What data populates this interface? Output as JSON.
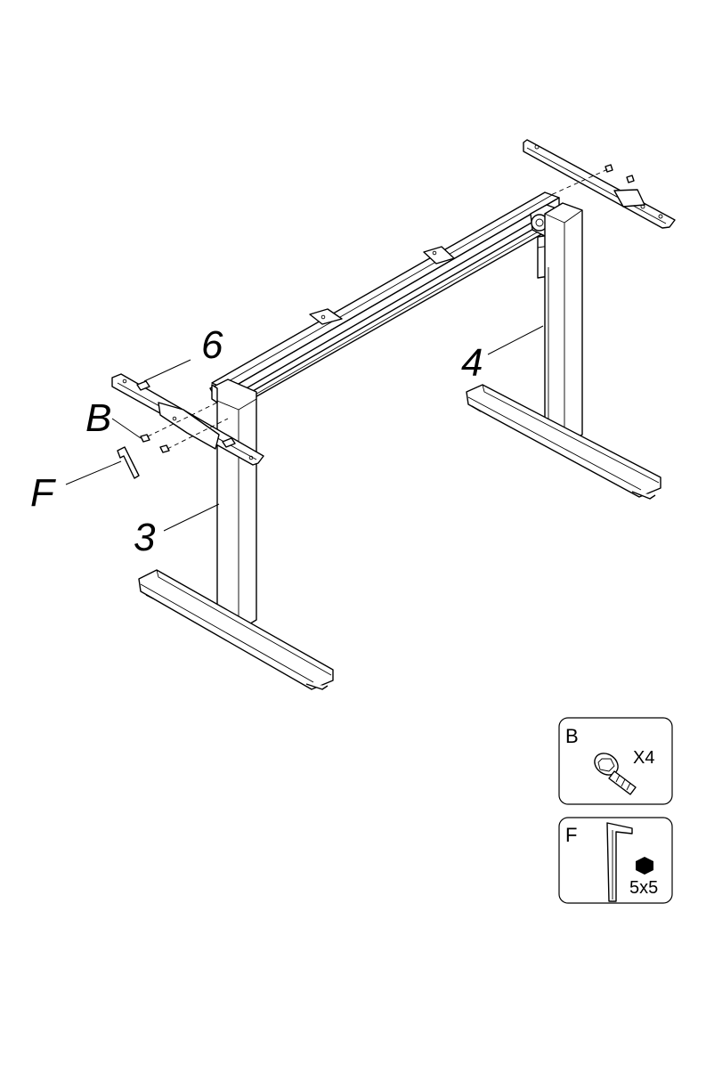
{
  "callouts": {
    "part_6": "6",
    "part_b": "B",
    "part_f": "F",
    "part_3": "3",
    "part_4": "4"
  },
  "hardware_legend": [
    {
      "letter": "B",
      "quantity": "X4",
      "icon": "screw-icon"
    },
    {
      "letter": "F",
      "size": "5x5",
      "icon": "hex-key-icon"
    }
  ]
}
